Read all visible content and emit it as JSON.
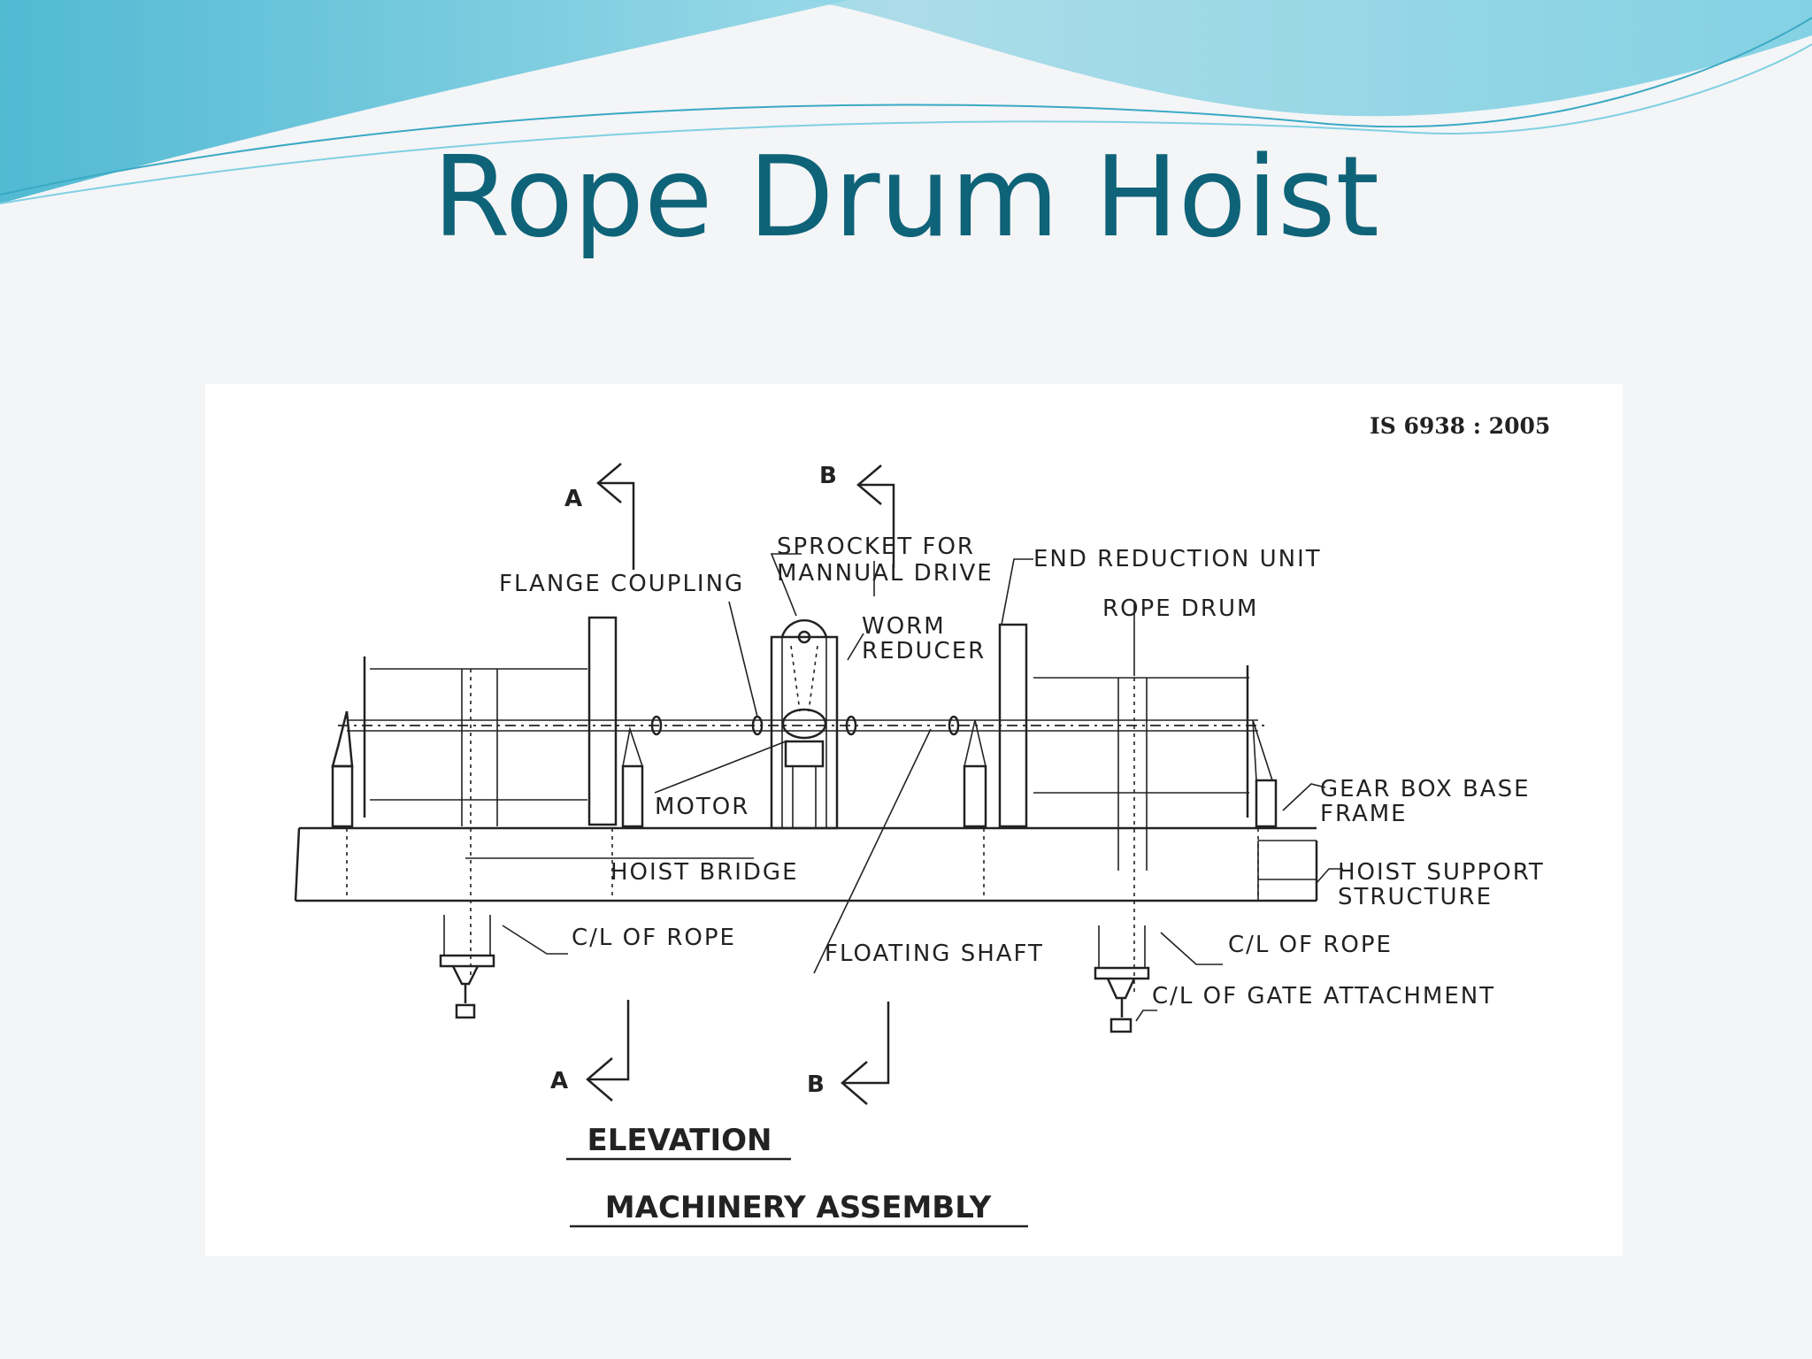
{
  "title": "Rope Drum Hoist",
  "standard": "IS 6938 : 2005",
  "sections": {
    "a": "A",
    "b": "B"
  },
  "labels": {
    "flange_coupling": "FLANGE COUPLING",
    "sprocket_1": "SPROCKET FOR",
    "sprocket_2": "MANNUAL DRIVE",
    "worm_1": "WORM",
    "worm_2": "REDUCER",
    "end_reduction": "END REDUCTION UNIT",
    "rope_drum": "ROPE DRUM",
    "motor": "MOTOR",
    "hoist_bridge": "HOIST BRIDGE",
    "gear_box_1": "GEAR BOX BASE",
    "gear_box_2": "FRAME",
    "support_1": "HOIST SUPPORT",
    "support_2": "STRUCTURE",
    "rope_cl_left": "C/L OF ROPE",
    "rope_cl_right": "C/L OF ROPE",
    "floating_shaft": "FLOATING SHAFT",
    "gate_attachment": "C/L OF GATE ATTACHMENT"
  },
  "captions": {
    "elevation": "ELEVATION",
    "assembly": "MACHINERY ASSEMBLY"
  },
  "colors": {
    "title": "#0f6378",
    "wave_dark": "#5fc3d6",
    "wave_light": "#bfe7ef"
  }
}
